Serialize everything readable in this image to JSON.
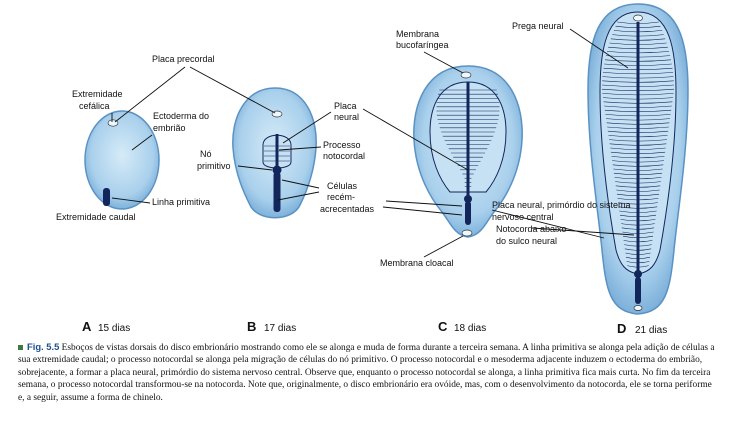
{
  "labels": {
    "placa_precordal": "Placa precordal",
    "extremidade_cefalica_1": "Extremidade",
    "extremidade_cefalica_2": "cefálica",
    "ectoderma_1": "Ectoderma do",
    "ectoderma_2": "embrião",
    "linha_primitiva": "Linha primitiva",
    "extremidade_caudal": "Extremidade caudal",
    "placa_neural_1": "Placa",
    "placa_neural_2": "neural",
    "processo_notocordal_1": "Processo",
    "processo_notocordal_2": "notocordal",
    "no_primitivo_1": "Nó",
    "no_primitivo_2": "primitivo",
    "celulas_1": "Células",
    "celulas_2": "recém-",
    "celulas_3": "acrecentadas",
    "membrana_bucofaringea_1": "Membrana",
    "membrana_bucofaringea_2": "bucofaríngea",
    "membrana_cloacal": "Membrana cloacal",
    "prega_neural": "Prega neural",
    "notocorda_1": "Notocorda abaixo",
    "notocorda_2": "do sulco neural",
    "primordio_1": "Placa neural, primórdio do sistema",
    "primordio_2": "nervoso central"
  },
  "panels": [
    {
      "letter": "A",
      "age": "15 dias"
    },
    {
      "letter": "B",
      "age": "17 dias"
    },
    {
      "letter": "C",
      "age": "18 dias"
    },
    {
      "letter": "D",
      "age": "21 dias"
    }
  ],
  "caption": {
    "fig": "Fig. 5.5",
    "text": "Esboços de vistas dorsais do disco embrionário mostrando como ele se alonga e muda de forma durante a terceira semana. A linha primitiva se alonga pela adição de células a sua extremidade caudal; o processo notocordal se alonga pela migração de células do nó primitivo. O processo notocordal e o mesoderma adjacente induzem o ectoderma do embrião, sobrejacente, a formar a placa neural, primórdio do sistema nervoso central. Observe que, enquanto o processo notocordal se alonga, a linha primitiva fica mais curta. No fim da terceira semana, o processo notocordal transformou-se na notocorda. Note que, originalmente, o disco embrionário era ovóide, mas, com o desenvolvimento da notocorda, ele se torna periforme e, a seguir, assume a forma de chinelo."
  },
  "colors": {
    "disc_fill": "#a9d0ec",
    "disc_edge": "#5a92c4",
    "plate_fill": "#c6e1f3",
    "dark_blue": "#13265c",
    "caption_tag": "#1d4f8c"
  }
}
